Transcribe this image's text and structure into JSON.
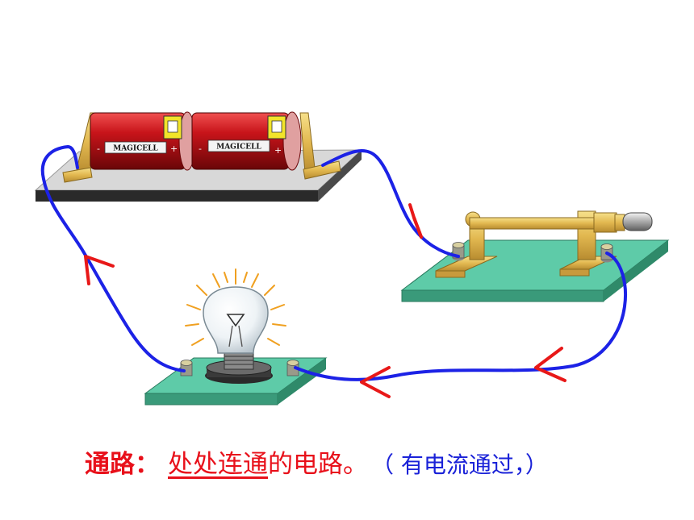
{
  "figure": {
    "battery_labels": [
      "MAGICELL",
      "MAGICELL"
    ],
    "wire_color": "#1c22e6",
    "arrow_color": "#e81818",
    "board_color": "#5ecba8",
    "battery_color": "#c8141a"
  },
  "caption": {
    "term": "通路：",
    "key": "处处连通",
    "rest": "的电路。",
    "note": "（ 有电流通过，）"
  }
}
